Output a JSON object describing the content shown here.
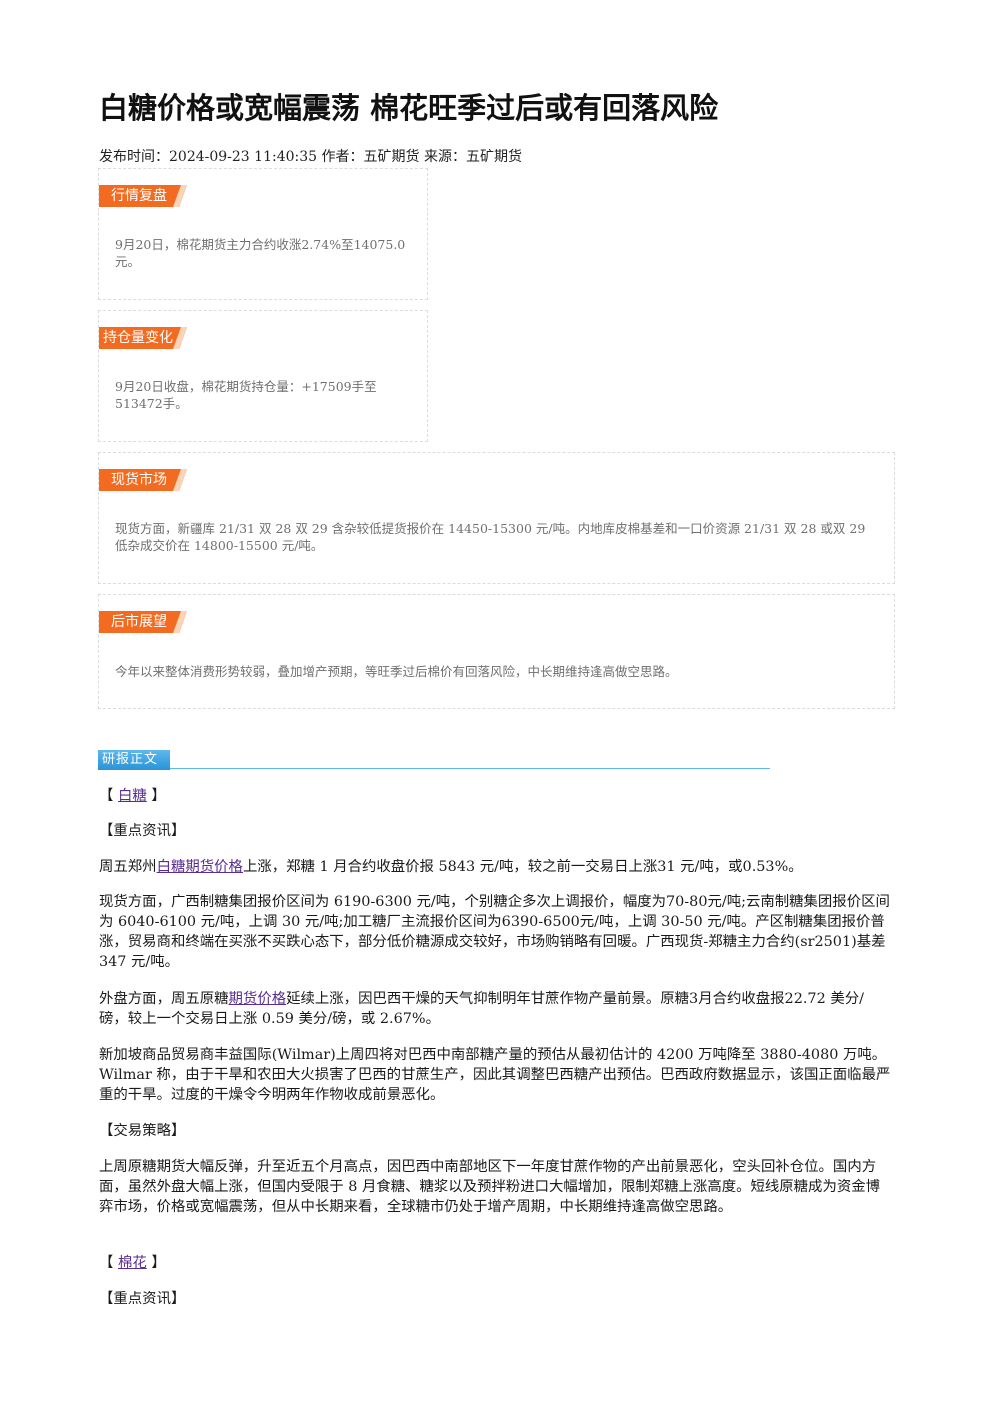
{
  "header": {
    "title": "白糖价格或宽幅震荡 棉花旺季过后或有回落风险",
    "meta": "发布时间：2024-09-23 11:40:35 作者：五矿期货 来源：五矿期货"
  },
  "summary_boxes": [
    {
      "tag": "行情复盘",
      "text": "9月20日，棉花期货主力合约收涨2.74%至14075.0元。"
    },
    {
      "tag": "持仓量变化",
      "text": "9月20日收盘，棉花期货持仓量：+17509手至513472手。"
    },
    {
      "tag": "现货市场",
      "text": "现货方面，新疆库 21/31 双 28 双 29 含杂较低提货报价在 14450-15300 元/吨。内地库皮棉基差和一口价资源 21/31 双 28 或双 29 低杂成交价在 14800-15500 元/吨。"
    },
    {
      "tag": "后市展望",
      "text": "今年以来整体消费形势较弱，叠加增产预期，等旺季过后棉价有回落风险，中长期维持逢高做空思路。"
    }
  ],
  "report": {
    "section_label": "研报正文",
    "sugar_bracket_open": "【",
    "sugar_link": "白糖",
    "sugar_bracket_close": "】",
    "key_news_1": "【重点资讯】",
    "p1_a": "周五郑州",
    "p1_link": "白糖期货价格",
    "p1_b": "上涨，郑糖 1 月合约收盘价报 5843 元/吨，较之前一交易日上涨31 元/吨，或0.53%。",
    "p2": "现货方面，广西制糖集团报价区间为 6190-6300 元/吨，个别糖企多次上调报价，幅度为70-80元/吨;云南制糖集团报价区间为 6040-6100 元/吨，上调 30 元/吨;加工糖厂主流报价区间为6390-6500元/吨，上调 30-50 元/吨。产区制糖集团报价普涨，贸易商和终端在买涨不买跌心态下，部分低价糖源成交较好，市场购销略有回暖。广西现货-郑糖主力合约(sr2501)基差 347 元/吨。",
    "p3_a": "外盘方面，周五原糖",
    "p3_link": "期货价格",
    "p3_b": "延续上涨，因巴西干燥的天气抑制明年甘蔗作物产量前景。原糖3月合约收盘报22.72 美分/磅，较上一个交易日上涨 0.59 美分/磅，或 2.67%。",
    "p4": "新加坡商品贸易商丰益国际(Wilmar)上周四将对巴西中南部糖产量的预估从最初估计的 4200 万吨降至 3880-4080 万吨。Wilmar 称，由于干旱和农田大火损害了巴西的甘蔗生产，因此其调整巴西糖产出预估。巴西政府数据显示，该国正面临最严重的干旱。过度的干燥令今明两年作物收成前景恶化。",
    "strategy": "【交易策略】",
    "p5": "上周原糖期货大幅反弹，升至近五个月高点，因巴西中南部地区下一年度甘蔗作物的产出前景恶化，空头回补仓位。国内方面，虽然外盘大幅上涨，但国内受限于 8 月食糖、糖浆以及预拌粉进口大幅增加，限制郑糖上涨高度。短线原糖成为资金博弈市场，价格或宽幅震荡，但从中长期来看，全球糖市仍处于增产周期，中长期维持逢高做空思路。",
    "cotton_bracket_open": "【",
    "cotton_link": "棉花",
    "cotton_bracket_close": "】",
    "key_news_2": "【重点资讯】"
  }
}
